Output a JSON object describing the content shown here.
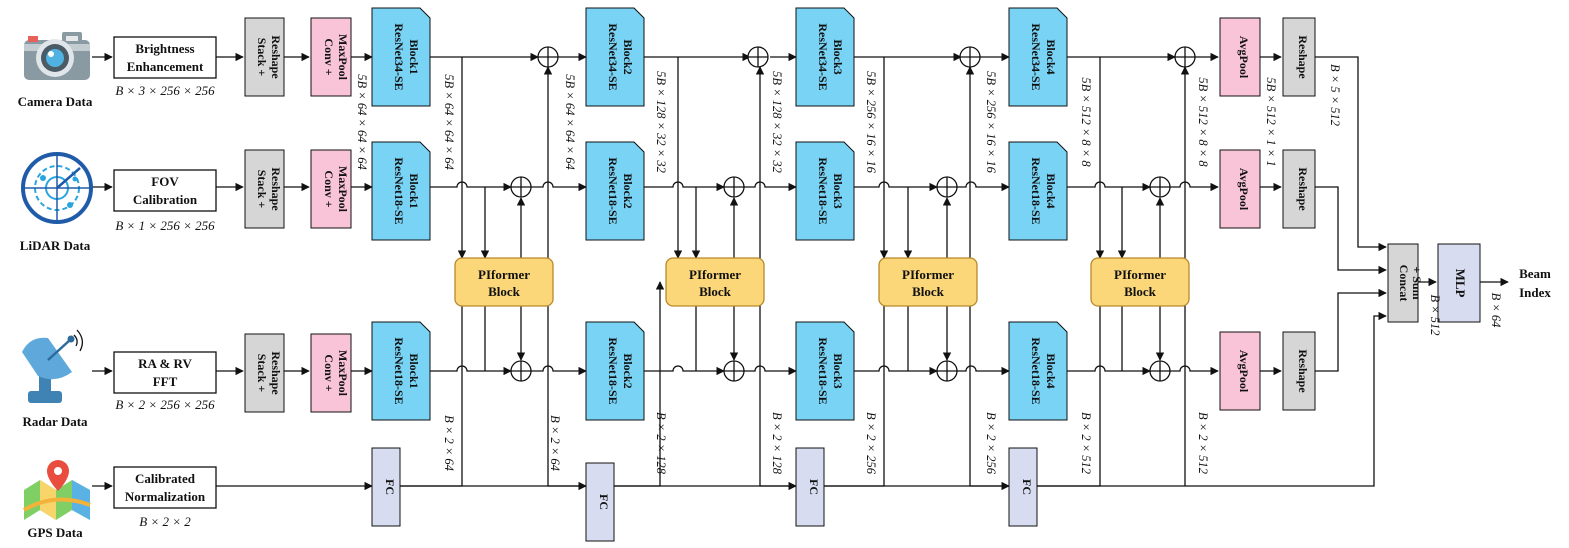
{
  "inputs": {
    "camera": {
      "label": "Camera Data",
      "pre": [
        "Brightness",
        "Enhancement"
      ],
      "dim": "B × 3 × 256 × 256"
    },
    "lidar": {
      "label": "LiDAR Data",
      "pre": [
        "FOV",
        "Calibration"
      ],
      "dim": "B × 1 × 256 × 256"
    },
    "radar": {
      "label": "Radar Data",
      "pre": [
        "RA & RV",
        "FFT"
      ],
      "dim": "B × 2 × 256 × 256"
    },
    "gps": {
      "label": "GPS Data",
      "pre": [
        "Calibrated",
        "Normalization"
      ],
      "dim": "B × 2 × 2"
    }
  },
  "blocks": {
    "stack": [
      "Stack +",
      "Reshape"
    ],
    "conv": [
      "Conv +",
      "MaxPool"
    ],
    "fc": "FC",
    "piformer": [
      "PIformer",
      "Block"
    ],
    "avgpool": "AvgPool",
    "reshape": "Reshape",
    "concat": [
      "Concat",
      "+ Sum"
    ],
    "mlp": "MLP",
    "output": [
      "Beam",
      "Index"
    ]
  },
  "resnet": {
    "camera": [
      [
        "ResNet34-SE",
        "Block1"
      ],
      [
        "ResNet34-SE",
        "Block2"
      ],
      [
        "ResNet34-SE",
        "Block3"
      ],
      [
        "ResNet34-SE",
        "Block4"
      ]
    ],
    "lidar": [
      [
        "ResNet18-SE",
        "Block1"
      ],
      [
        "ResNet18-SE",
        "Block2"
      ],
      [
        "ResNet18-SE",
        "Block3"
      ],
      [
        "ResNet18-SE",
        "Block4"
      ]
    ],
    "radar": [
      [
        "ResNet18-SE",
        "Block1"
      ],
      [
        "ResNet18-SE",
        "Block2"
      ],
      [
        "ResNet18-SE",
        "Block3"
      ],
      [
        "ResNet18-SE",
        "Block4"
      ]
    ]
  },
  "dims": {
    "conv_out": "5B × 64 × 64 × 64",
    "stage1_out": "5B × 64 × 64 × 64",
    "stage1_fused": "5B × 64 × 64 × 64",
    "stage2_out": "5B × 128 × 32 × 32",
    "stage2_fused": "5B × 128 × 32 × 32",
    "stage3_out": "5B × 256 × 16 × 16",
    "stage3_fused": "5B × 256 × 16 × 16",
    "stage4_out": "5B × 512 × 8 × 8",
    "stage4_fused": "5B × 512 × 8 × 8",
    "pool_out": "5B × 512 × 1 × 1",
    "reshape_out": "B × 5 × 512",
    "gps_fc1": "B × 2 × 64",
    "gps_fc1_in": "B × 2 × 64",
    "gps_fc2": "B × 2 × 128",
    "gps_fc2_in": "B × 2 × 128",
    "gps_fc3": "B × 2 × 256",
    "gps_fc3_in": "B × 2 × 256",
    "gps_fc4": "B × 2 × 512",
    "gps_fc4_in": "B × 2 × 512",
    "concat_out": "B × 512",
    "mlp_out": "B × 64"
  },
  "colors": {
    "gray": "#d6d6d6",
    "pink": "#f9c4d8",
    "cyan": "#78d3f5",
    "yellow": "#fcd77a",
    "yellow_stroke": "#b9892b",
    "lavender": "#d7dcf0"
  }
}
